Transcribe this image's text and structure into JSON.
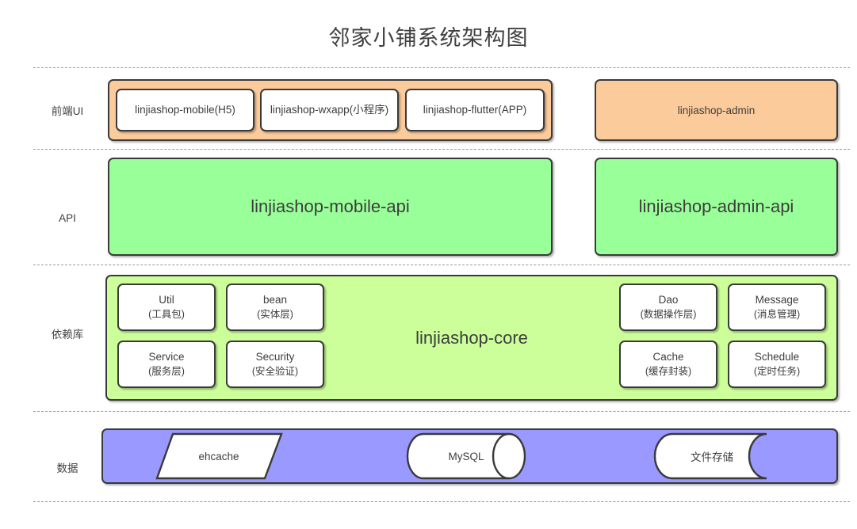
{
  "title": "邻家小铺系统架构图",
  "colors": {
    "frontend_band": "#fccb9b",
    "api_band": "#99ff99",
    "core_band": "#ccff99",
    "data_band": "#9999ff",
    "stroke": "#3a3a3a",
    "separator": "#9a9a9a",
    "text": "#3d3d3d",
    "box_fill": "#ffffff"
  },
  "rows": [
    {
      "label": "前端UI"
    },
    {
      "label": "API"
    },
    {
      "label": "依赖库"
    },
    {
      "label": "数据"
    }
  ],
  "frontend": {
    "label": "前端UI",
    "client_boxes": [
      {
        "name": "linjiashop-mobile(H5)"
      },
      {
        "name": "linjiashop-wxapp(小程序)"
      },
      {
        "name": "linjiashop-flutter(APP)"
      }
    ],
    "admin": {
      "name": "linjiashop-admin"
    }
  },
  "api": {
    "label": "API",
    "mobile_api": "linjiashop-mobile-api",
    "admin_api": "linjiashop-admin-api"
  },
  "core": {
    "label": "依赖库",
    "name": "linjiashop-core",
    "left_modules": [
      {
        "name": "Util",
        "desc": "(工具包)"
      },
      {
        "name": "bean",
        "desc": "(实体层)"
      },
      {
        "name": "Service",
        "desc": "(服务层)"
      },
      {
        "name": "Security",
        "desc": "(安全验证)"
      }
    ],
    "right_modules": [
      {
        "name": "Dao",
        "desc": "(数据操作层)"
      },
      {
        "name": "Message",
        "desc": "(消息管理)"
      },
      {
        "name": "Cache",
        "desc": "(缓存封装)"
      },
      {
        "name": "Schedule",
        "desc": "(定时任务)"
      }
    ]
  },
  "data": {
    "label": "数据",
    "stores": [
      {
        "name": "ehcache",
        "shape": "parallelogram"
      },
      {
        "name": "MySQL",
        "shape": "cylinder"
      },
      {
        "name": "文件存储",
        "shape": "stored-data"
      }
    ]
  }
}
